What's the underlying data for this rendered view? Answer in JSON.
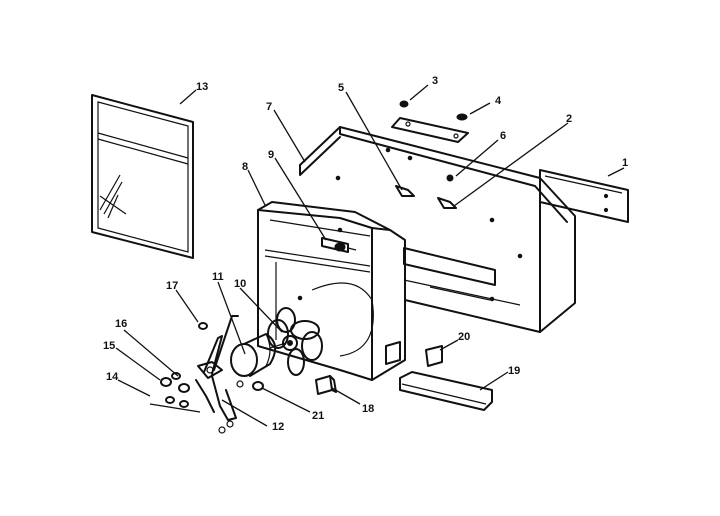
{
  "callouts": {
    "c1": "1",
    "c2": "2",
    "c3": "3",
    "c4": "4",
    "c5": "5",
    "c6": "6",
    "c7": "7",
    "c8": "8",
    "c9": "9",
    "c10": "10",
    "c11": "11",
    "c12": "12",
    "c13": "13",
    "c15": "15",
    "c14": "14",
    "c16": "16",
    "c17": "17",
    "c18": "18",
    "c19": "19",
    "c20": "20",
    "c21": "21"
  }
}
